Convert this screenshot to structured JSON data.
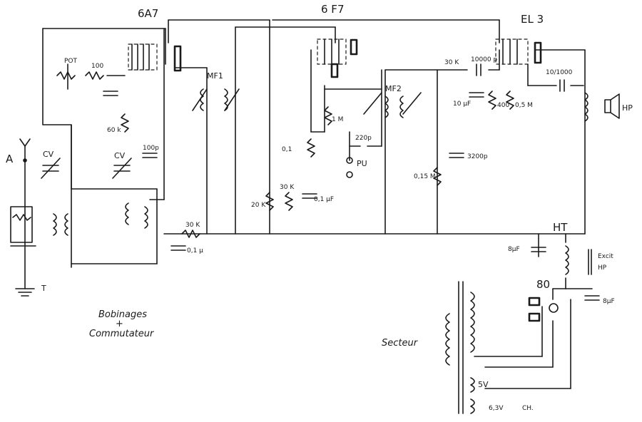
{
  "tubes": {
    "converter": "6A7",
    "detector": "6 F7",
    "output": "EL 3",
    "rectifier": "80"
  },
  "labels": {
    "antenna": "A",
    "ground": "T",
    "cv1": "CV",
    "cv2": "CV",
    "pot": "POT",
    "r100": "100",
    "r60k": "60 k",
    "c100p": "100p",
    "r30k_left": "30 K",
    "c01u": "0,1 µ",
    "mf1": "MF1",
    "mf2": "MF2",
    "r20k": "20 K",
    "r30k_mid": "30 K",
    "c01f": "0,1 µF",
    "r01": "0,1",
    "r1m": "1 M",
    "c220p": "220p",
    "pu": "PU",
    "r015m": "0,15 M",
    "c3200p": "3200p",
    "r30k_top": "30 K",
    "c10000p": "10000 p",
    "c10uf": "10 µF",
    "r400": "400",
    "r05m": "0,5 M",
    "c10_1000": "10/1000",
    "hp": "HP",
    "ht": "HT",
    "c8uf_left": "8µF",
    "excit": "Excit",
    "excit_hp": "HP",
    "c8uf_right": "8µF",
    "bobinages": "Bobinages",
    "plus": "+",
    "commutateur": "Commutateur",
    "secteur": "Secteur",
    "v5": "5V",
    "v63": "6,3V",
    "ch": "CH."
  }
}
